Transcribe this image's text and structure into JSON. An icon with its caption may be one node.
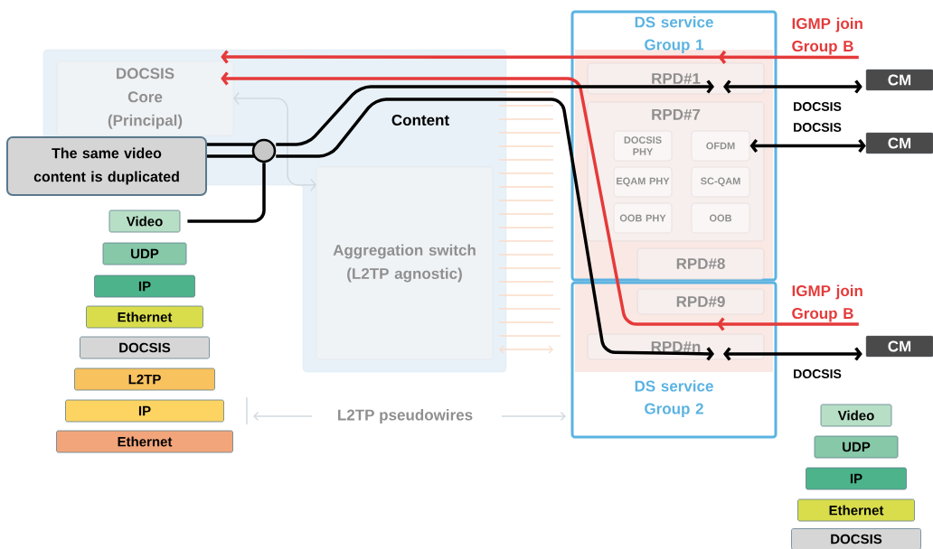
{
  "diagram": {
    "nodes": [
      {
        "text": [
          "DOCSIS Core (Principal)"
        ]
      },
      {
        "text": [
          "Aggregation switch (L2TP agnostic)"
        ]
      },
      {
        "text": [
          "DS service Group 1"
        ]
      },
      {
        "text": [
          "RPD#1"
        ],
        "in": 2
      },
      {
        "text": [
          "RPD#7"
        ],
        "in": 2
      },
      {
        "text": [
          "DOCSIS PHY"
        ],
        "in": 4
      },
      {
        "text": [
          "OFDM"
        ],
        "in": 4
      },
      {
        "text": [
          "EQAM PHY"
        ],
        "in": 4
      },
      {
        "text": [
          "SC-QAM"
        ],
        "in": 4
      },
      {
        "text": [
          "OOB PHY"
        ],
        "in": 4
      },
      {
        "text": [
          "OOB"
        ],
        "in": 4
      },
      {
        "text": [
          "RPD#8"
        ],
        "in": 2
      },
      {
        "text": [
          "DS service Group 2"
        ]
      },
      {
        "text": [
          "RPD#9"
        ],
        "in": 12
      },
      {
        "text": [
          "RPD#n"
        ],
        "in": 12
      },
      {
        "text": [
          "CM"
        ]
      },
      {
        "text": [
          "CM"
        ]
      },
      {
        "text": [
          "CM"
        ]
      },
      {
        "text": [
          "The same video content is duplicated"
        ]
      },
      {
        "text": [],
        "shape": "circle"
      },
      {
        "text": [
          "Video"
        ]
      },
      {
        "text": [
          "UDP"
        ]
      },
      {
        "text": [
          "IP"
        ]
      },
      {
        "text": [
          "Ethernet"
        ]
      },
      {
        "text": [
          "DOCSIS"
        ]
      },
      {
        "text": [
          "L2TP"
        ]
      },
      {
        "text": [
          "IP"
        ]
      },
      {
        "text": [
          "Ethernet"
        ]
      },
      {
        "text": [
          "Video"
        ]
      },
      {
        "text": [
          "UDP"
        ]
      },
      {
        "text": [
          "IP"
        ]
      },
      {
        "text": [
          "Ethernet"
        ]
      },
      {
        "text": [
          "DOCSIS"
        ]
      }
    ],
    "edges": [
      {
        "from": 0,
        "to": 1,
        "arrow": "both",
        "color": "#cfd9df"
      },
      {
        "from": 15,
        "to": 0,
        "arrow": "to",
        "color": "#e53a3a"
      },
      {
        "from": 17,
        "to": 0,
        "arrow": "to",
        "color": "#e53a3a"
      },
      {
        "from": 19,
        "to": 3,
        "arrow": "to"
      },
      {
        "from": 19,
        "to": 14,
        "arrow": "to"
      },
      {
        "from": 3,
        "to": 15,
        "arrow": "both",
        "label": "DOCSIS"
      },
      {
        "from": 6,
        "to": 16,
        "arrow": "both",
        "label": "DOCSIS"
      },
      {
        "from": 14,
        "to": 17,
        "arrow": "both",
        "label": "DOCSIS"
      },
      {
        "from": 20,
        "to": 19,
        "arrow": "none"
      },
      {
        "from": 18,
        "to": 19,
        "arrow": "none"
      },
      {
        "from": 18,
        "to": 19,
        "arrow": "none"
      }
    ],
    "labels": [
      "Content",
      "IGMP join Group B",
      "IGMP join Group B",
      "L2TP pseudowires"
    ]
  }
}
